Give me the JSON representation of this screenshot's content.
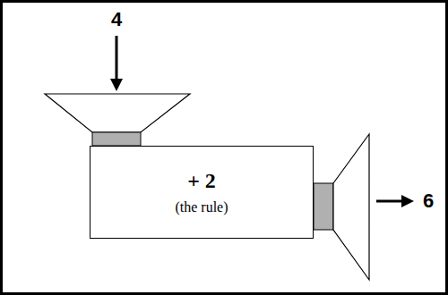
{
  "diagram": {
    "nodes": [
      {
        "text": [
          "+ 2",
          "(the rule)"
        ]
      }
    ],
    "labels": [
      "4",
      "6"
    ]
  }
}
